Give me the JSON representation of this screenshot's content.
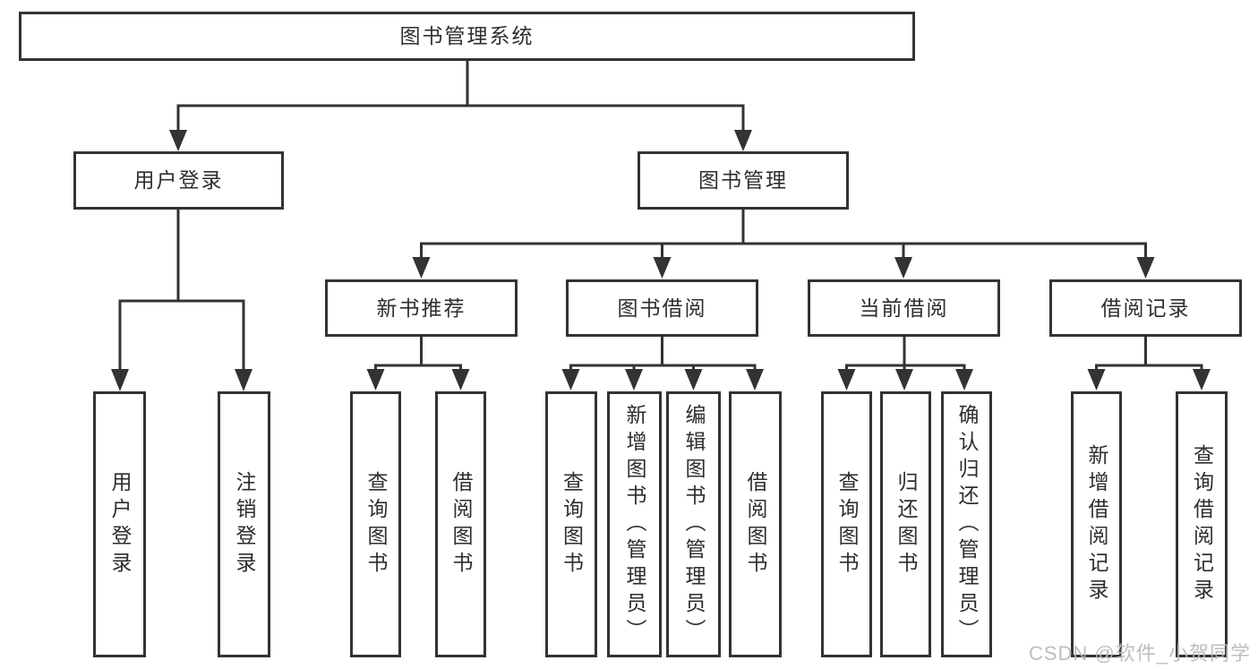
{
  "colors": {
    "line": "#333333",
    "border": "#333333",
    "text": "#2e2e2e",
    "box_background": "#ffffff",
    "watermark": "#b9b9b9"
  },
  "watermark": "CSDN @软件_小贺同学",
  "tree": {
    "root": "图书管理系统",
    "level2": [
      {
        "label": "用户登录",
        "children": [
          "用户登录",
          "注销登录"
        ]
      },
      {
        "label": "图书管理",
        "children": [
          {
            "label": "新书推荐",
            "children": [
              "查询图书",
              "借阅图书"
            ]
          },
          {
            "label": "图书借阅",
            "children": [
              "查询图书",
              "新增图书（管理员）",
              "编辑图书（管理员）",
              "借阅图书"
            ]
          },
          {
            "label": "当前借阅",
            "children": [
              "查询图书",
              "归还图书",
              "确认归还（管理员）"
            ]
          },
          {
            "label": "借阅记录",
            "children": [
              "新增借阅记录",
              "查询借阅记录"
            ]
          }
        ]
      }
    ]
  }
}
